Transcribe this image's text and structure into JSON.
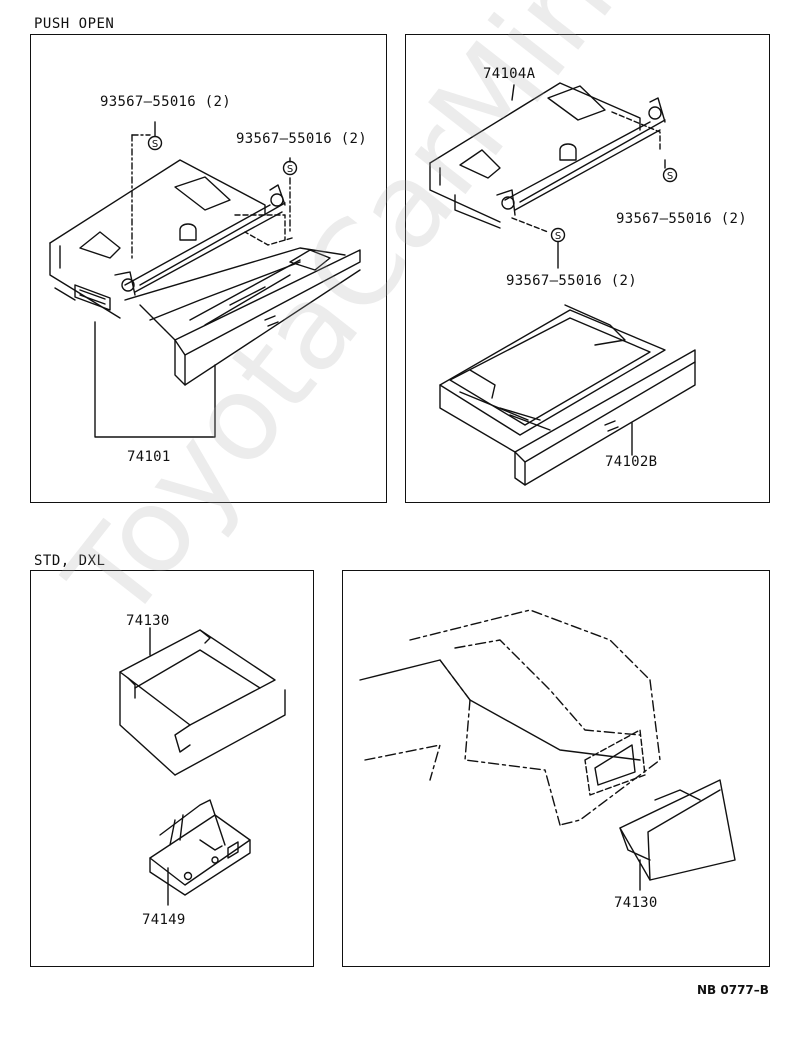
{
  "sections": {
    "push_open": "PUSH  OPEN",
    "std_dxl": "STD, DXL"
  },
  "panel1": {
    "bolt_a": "93567–55016 (2)",
    "bolt_b": "93567–55016 (2)",
    "assembly": "74101"
  },
  "panel2": {
    "housing": "74104A",
    "bolt_a": "93567–55016 (2)",
    "bolt_b": "93567–55016 (2)",
    "tray": "74102B"
  },
  "panel3": {
    "ashtray": "74130",
    "bracket": "74149"
  },
  "panel4": {
    "ashtray": "74130"
  },
  "diagram_code": "NB 0777–B",
  "watermark": "ToyotaCarMine.ru",
  "screw_symbol": "S"
}
